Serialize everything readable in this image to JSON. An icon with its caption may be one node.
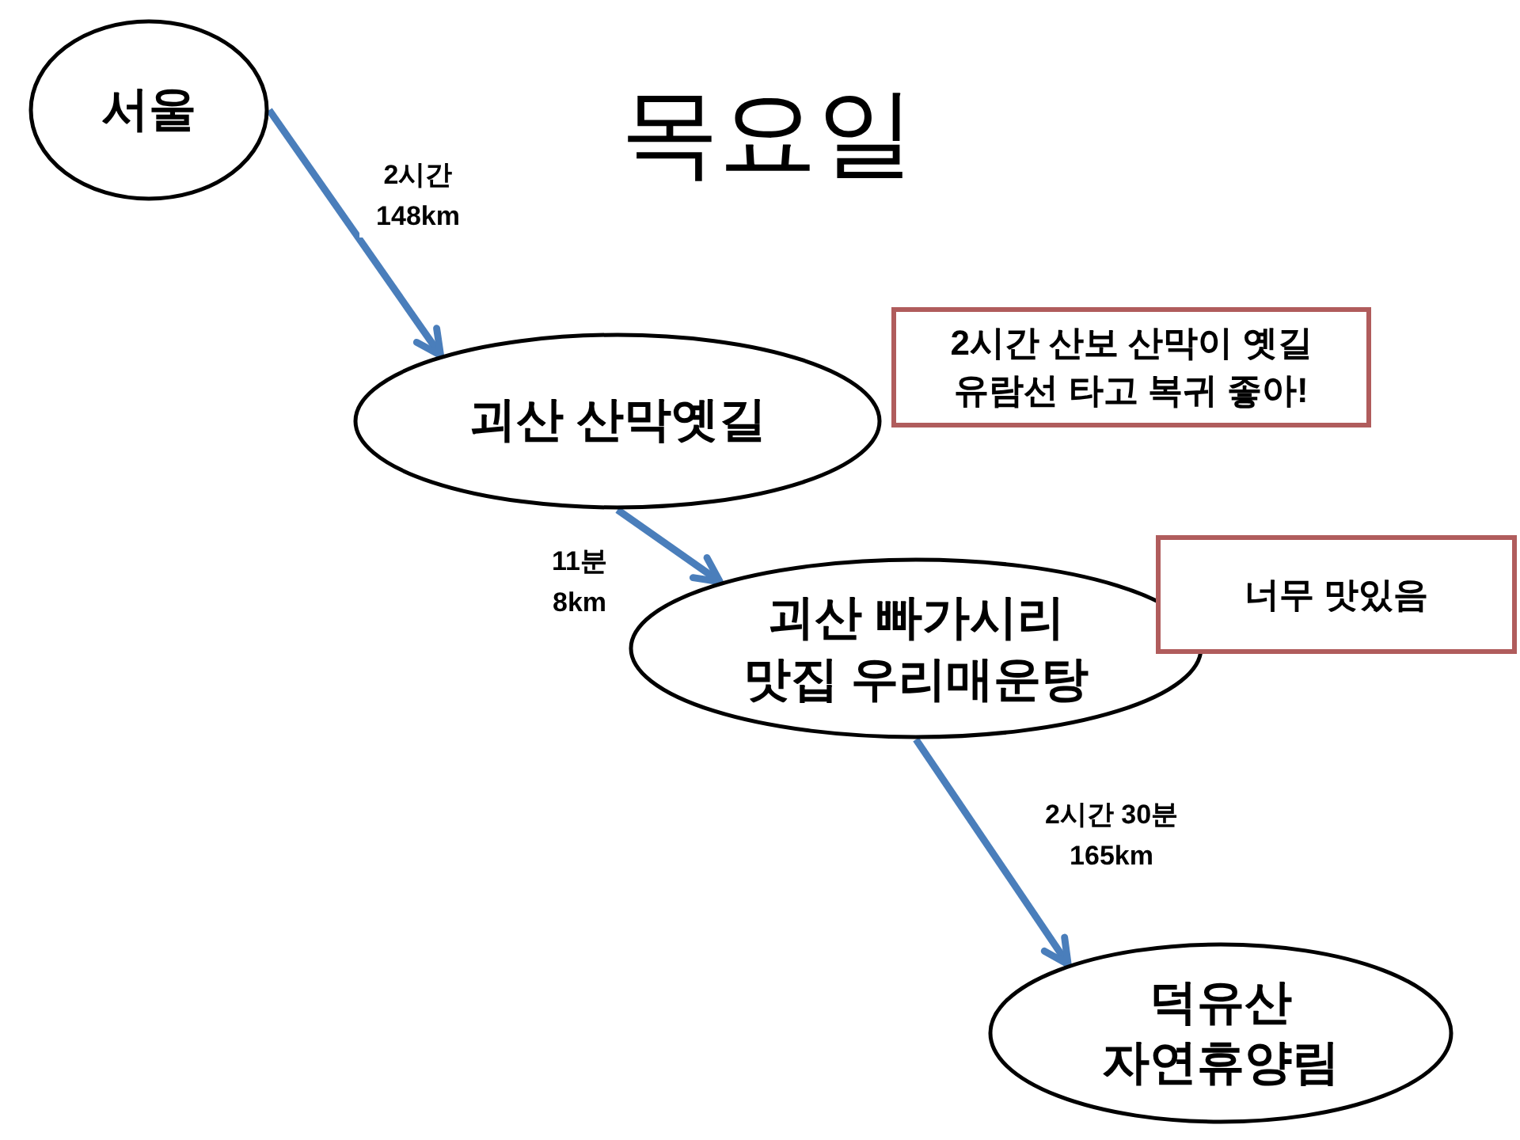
{
  "diagram": {
    "title": "목요일",
    "nodes": [
      {
        "text": [
          "서울"
        ]
      },
      {
        "text": [
          "괴산 산막옛길"
        ]
      },
      {
        "text": [
          "2시간 산보 산막이 옛길 유람선 타고 복귀 좋아!"
        ]
      },
      {
        "text": [
          "괴산 빠가시리 맛집 우리매운탕"
        ]
      },
      {
        "text": [
          "너무 맛있음"
        ]
      },
      {
        "text": [
          "덕유산 자연휴양림"
        ]
      }
    ],
    "edges": [
      {
        "from": 0,
        "to": 1,
        "arrow": "to",
        "label": "2시간 148km"
      },
      {
        "from": 1,
        "to": 3,
        "arrow": "to",
        "label": "11분 8km"
      },
      {
        "from": 3,
        "to": 5,
        "arrow": "to",
        "label": "2시간 30분 165km"
      }
    ]
  }
}
